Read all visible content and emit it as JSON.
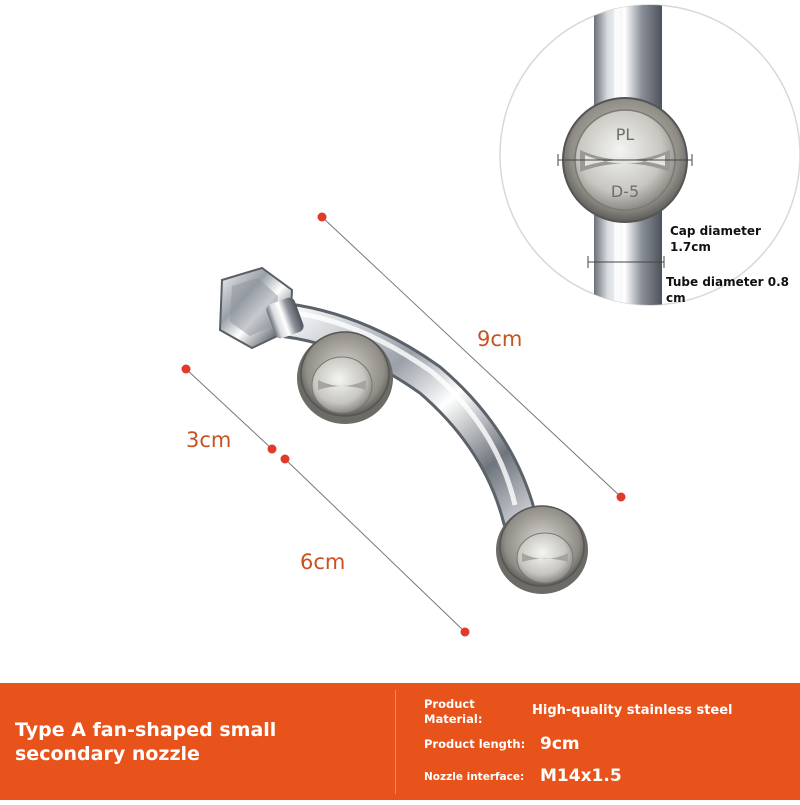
{
  "product": {
    "title": "Type A fan-shaped small secondary nozzle",
    "cap_engraving": {
      "top": "PL",
      "bottom": "D-5"
    }
  },
  "dimensions": {
    "length_9cm": "9cm",
    "length_3cm": "3cm",
    "length_6cm": "6cm",
    "cap_diameter": "Cap diameter 1.7cm",
    "tube_diameter": "Tube diameter 0.8 cm"
  },
  "specs": [
    {
      "key": "Product Material:",
      "value": "High-quality stainless steel"
    },
    {
      "key": "Product length:",
      "value": "9cm"
    },
    {
      "key": "Nozzle interface:",
      "value": "M14x1.5"
    }
  ],
  "colors": {
    "accent": "#e8531b",
    "dimension_text": "#c8521f",
    "marker": "#e03a2a"
  }
}
